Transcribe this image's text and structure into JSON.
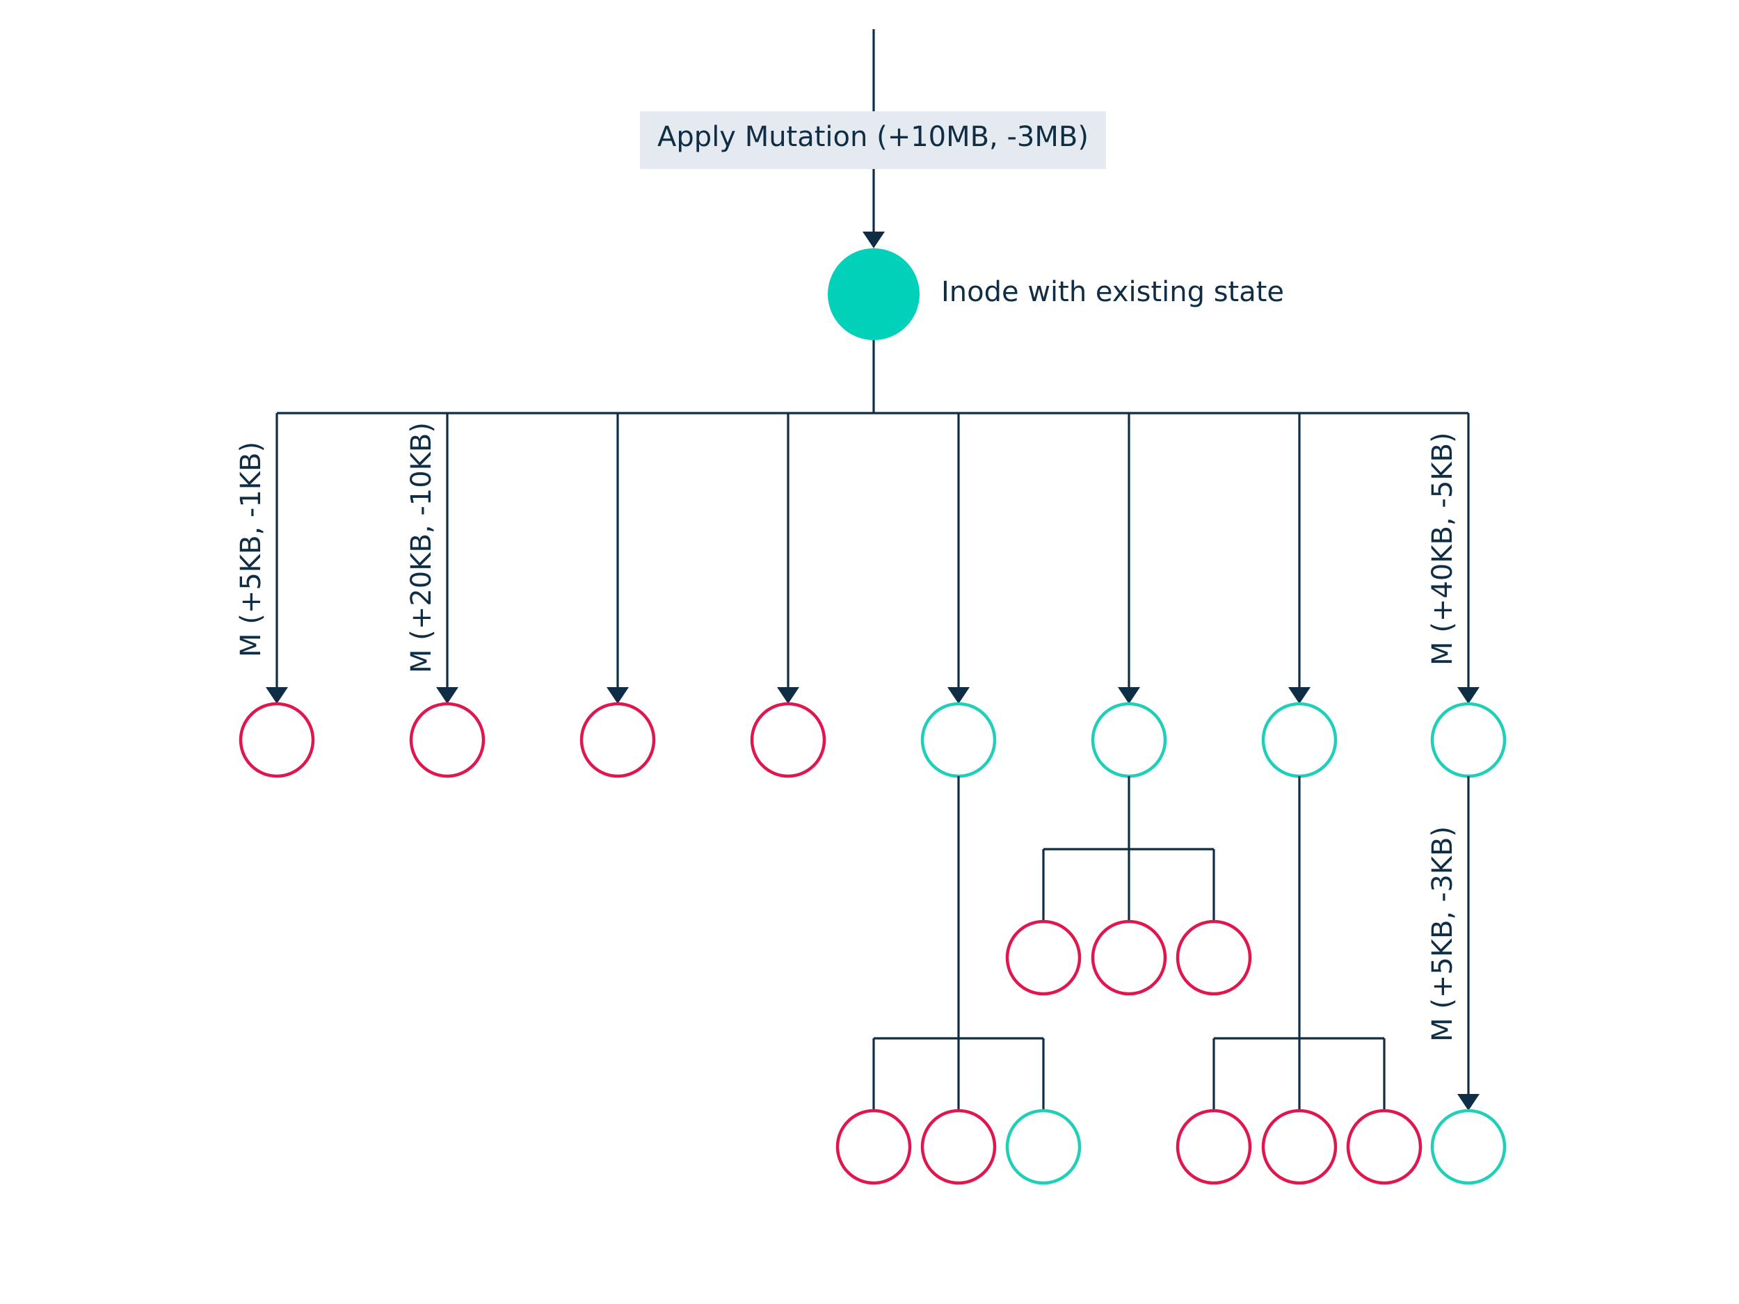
{
  "mutation_box": {
    "label": "Apply Mutation (+10MB, -3MB)"
  },
  "root_node": {
    "label": "Inode with existing state"
  },
  "edge_labels": {
    "child_1": "M (+5KB, -1KB)",
    "child_2": "M (+20KB, -10KB)",
    "child_8": "M (+40KB, -5KB)",
    "grandchild_8": "M (+5KB, -3KB)"
  },
  "colors": {
    "ink": "#0f2d45",
    "box_fill": "#e4eaf0",
    "root_fill": "#00d1b8",
    "changed_node": "#e0174f",
    "unchanged_node": "#1fcfb8"
  },
  "legend_semantics": {
    "changed_node": "red",
    "unchanged_node": "teal"
  }
}
